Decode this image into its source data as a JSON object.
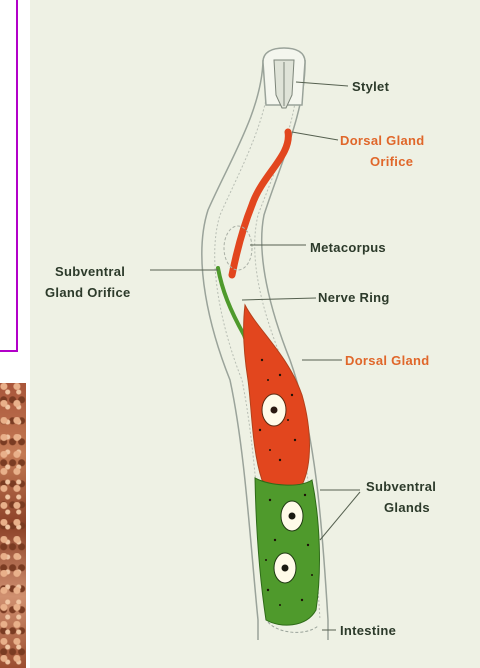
{
  "labels": {
    "stylet": "Stylet",
    "dorsal_gland_orifice_1": "Dorsal Gland",
    "dorsal_gland_orifice_2": "Orifice",
    "metacorpus": "Metacorpus",
    "subventral_gland_orifice_1": "Subventral",
    "subventral_gland_orifice_2": "Gland Orifice",
    "nerve_ring": "Nerve Ring",
    "dorsal_gland": "Dorsal Gland",
    "subventral_glands_1": "Subventral",
    "subventral_glands_2": "Glands",
    "intestine": "Intestine"
  },
  "colors": {
    "dorsal_gland": "#e2461e",
    "subventral_glands": "#4f9a2c",
    "label_dark": "#2c3a2a",
    "label_orange": "#e0672a",
    "background": "#eef1e4",
    "frame_border": "#b200c8"
  }
}
